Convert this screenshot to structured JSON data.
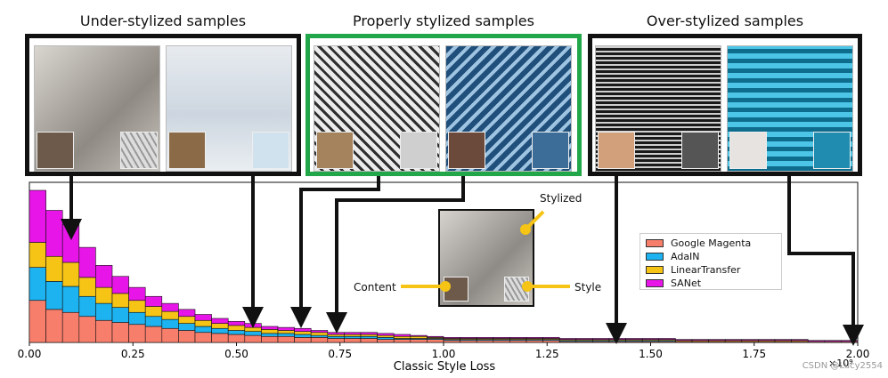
{
  "groups": [
    {
      "title": "Under-stylized samples"
    },
    {
      "title": "Properly stylized samples"
    },
    {
      "title": "Over-stylized samples"
    }
  ],
  "inset": {
    "stylized_label": "Stylized",
    "content_label": "Content",
    "style_label": "Style"
  },
  "colors": {
    "accent_yellow": "#f6c415",
    "frame_green": "#22a64a",
    "frame_black": "#111111"
  },
  "chart_data": {
    "type": "bar",
    "stacked": true,
    "xlabel": "Classic Style Loss",
    "x_exponent_label": "×10⁹",
    "xlim": [
      0,
      2.0
    ],
    "x_ticks": [
      "0.00",
      "0.25",
      "0.50",
      "0.75",
      "1.00",
      "1.25",
      "1.50",
      "1.75",
      "2.00"
    ],
    "bin_width": 0.04,
    "legend_position": "right",
    "series": [
      {
        "name": "Google Magenta",
        "color": "#f87e6c",
        "values": [
          42,
          33,
          30,
          26,
          22,
          20,
          18,
          16,
          14,
          12,
          10,
          9,
          8,
          7,
          6,
          6,
          5,
          5,
          4,
          4,
          4,
          3,
          3,
          3,
          3,
          2,
          2,
          2,
          2,
          2,
          2,
          2,
          1,
          1,
          1,
          1,
          1,
          1,
          1,
          1,
          1,
          1,
          1,
          1,
          1,
          1,
          1,
          1,
          1,
          1
        ]
      },
      {
        "name": "AdaIN",
        "color": "#1cb3f0",
        "values": [
          33,
          28,
          26,
          20,
          17,
          15,
          12,
          10,
          9,
          7,
          6,
          5,
          4,
          4,
          3,
          3,
          3,
          2,
          2,
          2,
          2,
          2,
          1,
          1,
          1,
          1,
          1,
          1,
          1,
          1,
          1,
          1,
          1,
          1,
          1,
          1,
          1,
          1,
          1,
          0,
          0,
          0,
          0,
          0,
          0,
          0,
          0,
          0,
          0,
          0
        ]
      },
      {
        "name": "LinearTransfer",
        "color": "#f6c415",
        "values": [
          25,
          25,
          24,
          19,
          16,
          14,
          12,
          10,
          8,
          7,
          6,
          5,
          5,
          4,
          4,
          3,
          3,
          3,
          2,
          2,
          2,
          2,
          2,
          2,
          1,
          1,
          1,
          1,
          1,
          1,
          1,
          1,
          1,
          1,
          1,
          1,
          1,
          1,
          1,
          1,
          1,
          1,
          1,
          1,
          1,
          1,
          1,
          0,
          0,
          0
        ]
      },
      {
        "name": "SANet",
        "color": "#e815e8",
        "values": [
          52,
          46,
          38,
          30,
          22,
          17,
          13,
          10,
          8,
          7,
          6,
          5,
          4,
          4,
          3,
          3,
          3,
          2,
          2,
          2,
          2,
          2,
          2,
          1,
          1,
          1,
          1,
          1,
          1,
          1,
          1,
          1,
          1,
          1,
          1,
          1,
          1,
          1,
          1,
          1,
          1,
          1,
          1,
          1,
          1,
          1,
          1,
          1,
          1,
          1
        ]
      }
    ],
    "ylim": [
      0,
      160
    ]
  },
  "watermark": "CSDN @Lucy2554"
}
